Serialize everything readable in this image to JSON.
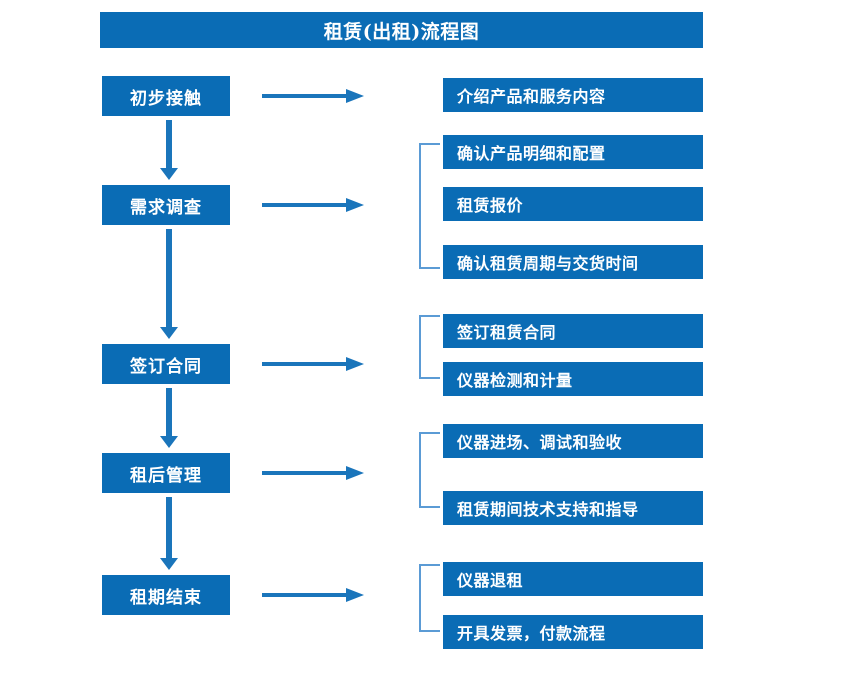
{
  "header": {
    "title": "租赁(出租)流程图"
  },
  "colors": {
    "box_blue": "#0a6cb5",
    "arrow_blue": "#1a75bb",
    "bracket_blue": "#5b9bd5",
    "text_white": "#ffffff",
    "background": "#ffffff"
  },
  "stages": [
    {
      "label": "初步接触"
    },
    {
      "label": "需求调查"
    },
    {
      "label": "签订合同"
    },
    {
      "label": "租后管理"
    },
    {
      "label": "租期结束"
    }
  ],
  "details": [
    {
      "label": "介绍产品和服务内容"
    },
    {
      "label": "确认产品明细和配置"
    },
    {
      "label": "租赁报价"
    },
    {
      "label": "确认租赁周期与交货时间"
    },
    {
      "label": "签订租赁合同"
    },
    {
      "label": "仪器检测和计量"
    },
    {
      "label": "仪器进场、调试和验收"
    },
    {
      "label": "租赁期间技术支持和指导"
    },
    {
      "label": "仪器退租"
    },
    {
      "label": "开具发票，付款流程"
    }
  ]
}
